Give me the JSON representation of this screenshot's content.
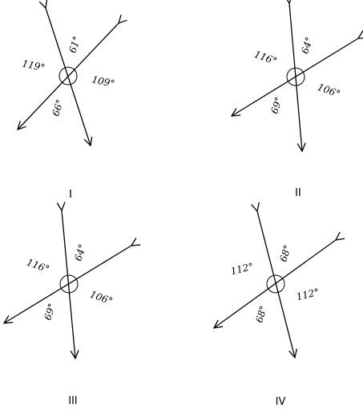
{
  "figures": [
    {
      "caption": "I",
      "angles": [
        "61°",
        "119°",
        "109°",
        "66°"
      ]
    },
    {
      "caption": "II",
      "angles": [
        "64°",
        "116°",
        "106°",
        "69°"
      ]
    },
    {
      "caption": "III",
      "angles": [
        "64°",
        "116°",
        "106°",
        "69°"
      ]
    },
    {
      "caption": "IV",
      "angles": [
        "68°",
        "112°",
        "112°",
        "68°"
      ]
    }
  ]
}
